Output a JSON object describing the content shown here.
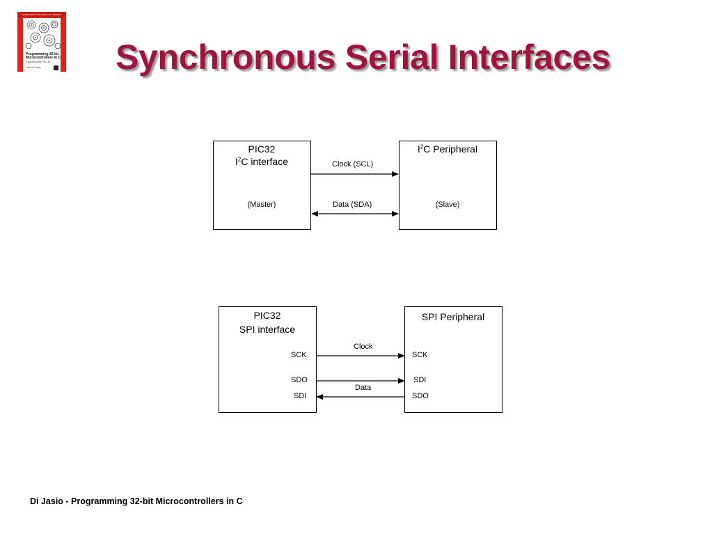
{
  "slide": {
    "title": "Synchronous Serial Interfaces",
    "footer": "Di Jasio - Programming 32-bit Microcontrollers in C"
  },
  "cover": {
    "series_text": "EMBEDDED TECHNOLOGY SERIES",
    "title_line1": "Programming 32-bit",
    "title_line2": "Microcontrollers in C",
    "subtitle": "Exploring the PIC32",
    "author": "Lucio Di Jasio"
  },
  "i2c_diagram": {
    "master_box": {
      "line1": "PIC32",
      "line2_prefix": "I",
      "line2_sup": "2",
      "line2_suffix": "C interface",
      "role": "(Master)"
    },
    "slave_box": {
      "line1_prefix": "I",
      "line1_sup": "2",
      "line1_suffix": "C Peripheral",
      "role": "(Slave)"
    },
    "clock_label": "Clock (SCL)",
    "data_label": "Data (SDA)"
  },
  "spi_diagram": {
    "master_box": {
      "line1": "PIC32",
      "line2": "SPI interface",
      "pins": [
        "SCK",
        "SDO",
        "SDI"
      ]
    },
    "peripheral_box": {
      "line1": "SPI Peripheral",
      "pins": [
        "SCK",
        "SDI",
        "SDO"
      ]
    },
    "clock_label": "Clock",
    "data_label": "Data"
  },
  "colors": {
    "title": "#a0153e",
    "cover_red": "#e2231a"
  }
}
